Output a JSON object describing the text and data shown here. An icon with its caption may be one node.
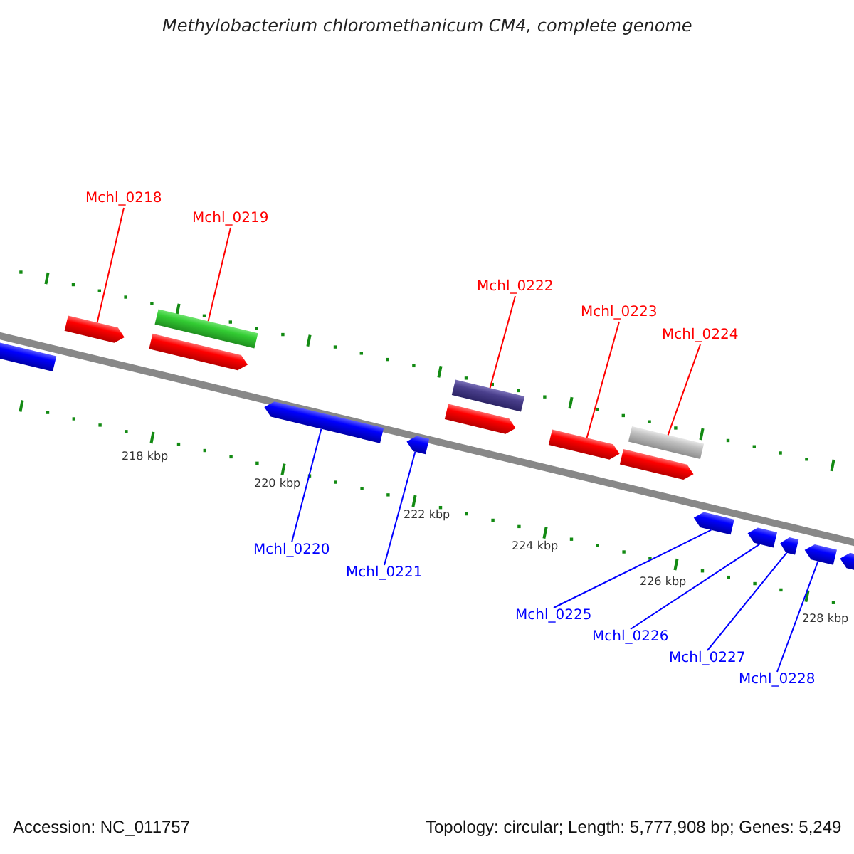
{
  "diagram": {
    "title": "Methylobacterium chloromethanicum CM4, complete genome",
    "nodes": [
      {
        "text": [
          "Mchl_0218"
        ]
      },
      {
        "text": [
          "Mchl_0219"
        ]
      },
      {
        "text": [
          "Mchl_0222"
        ]
      },
      {
        "text": [
          "Mchl_0223"
        ]
      },
      {
        "text": [
          "Mchl_0224"
        ]
      },
      {
        "text": [
          "Mchl_0220"
        ]
      },
      {
        "text": [
          "Mchl_0221"
        ]
      },
      {
        "text": [
          "Mchl_0225"
        ]
      },
      {
        "text": [
          "Mchl_0226"
        ]
      },
      {
        "text": [
          "Mchl_0227"
        ]
      },
      {
        "text": [
          "Mchl_0228"
        ]
      },
      {
        "text": [],
        "shape": "arrow"
      },
      {
        "text": [],
        "shape": "arrow"
      },
      {
        "text": [],
        "shape": "box"
      },
      {
        "text": [],
        "shape": "arrow"
      },
      {
        "text": [],
        "shape": "arrow"
      },
      {
        "text": [],
        "shape": "arrow"
      },
      {
        "text": [],
        "shape": "box"
      },
      {
        "text": [],
        "shape": "arrow"
      },
      {
        "text": [],
        "shape": "arrow"
      },
      {
        "text": [],
        "shape": "box"
      },
      {
        "text": [],
        "shape": "arrow"
      },
      {
        "text": [],
        "shape": "arrow"
      },
      {
        "text": [],
        "shape": "arrow"
      },
      {
        "text": [],
        "shape": "arrow"
      },
      {
        "text": [],
        "shape": "arrow"
      },
      {
        "text": [],
        "shape": "arrow"
      }
    ],
    "edges": [
      {
        "from": 0,
        "to": 12,
        "arrow": "none",
        "color": "#ff0000"
      },
      {
        "from": 1,
        "to": 13,
        "arrow": "none",
        "color": "#ff0000"
      },
      {
        "from": 2,
        "to": 17,
        "arrow": "none",
        "color": "#ff0000"
      },
      {
        "from": 3,
        "to": 19,
        "arrow": "none",
        "color": "#ff0000"
      },
      {
        "from": 4,
        "to": 20,
        "arrow": "none",
        "color": "#ff0000"
      },
      {
        "from": 5,
        "to": 15,
        "arrow": "none"
      },
      {
        "from": 6,
        "to": 16,
        "arrow": "none"
      },
      {
        "from": 7,
        "to": 22,
        "arrow": "none"
      },
      {
        "from": 8,
        "to": 23,
        "arrow": "none"
      },
      {
        "from": 9,
        "to": 24,
        "arrow": "none"
      },
      {
        "from": 10,
        "to": 25,
        "arrow": "none"
      }
    ],
    "labels": [
      "218 kbp",
      "220 kbp",
      "222 kbp",
      "224 kbp",
      "226 kbp",
      "228 kbp",
      "Accession: NC_011757",
      "Topology: circular; Length: 5,777,908 bp; Genes: 5,249"
    ]
  }
}
